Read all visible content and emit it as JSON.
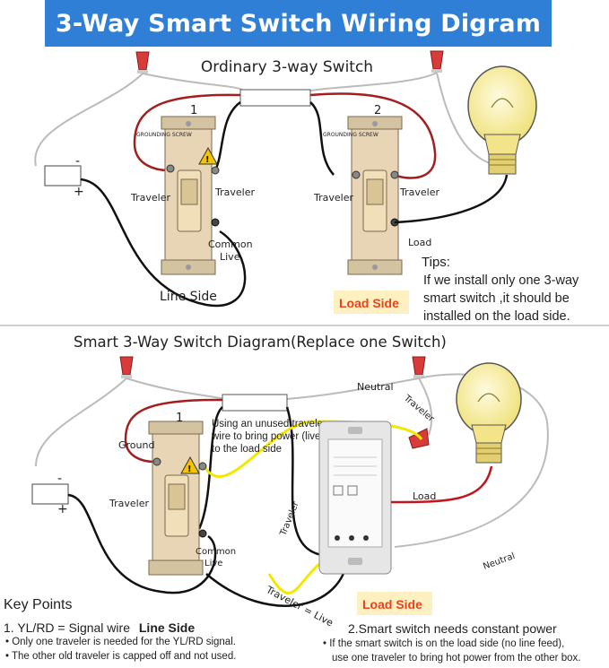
{
  "title": "3-Way Smart Switch Wiring Digram",
  "top": {
    "heading": "Ordinary 3-way Switch",
    "switch1_number": "1",
    "switch2_number": "2",
    "grounding_screw": "GROUNDING SCREW",
    "traveler": "Traveler",
    "common": "Common",
    "live": "Live",
    "line_side": "Line Side",
    "load": "Load",
    "load_side": "Load Side",
    "minus": "-",
    "plus": "+"
  },
  "tips": {
    "title": "Tips:",
    "body": "If we install only one 3-way smart switch ,it should be installed on the load side."
  },
  "bottom": {
    "heading": "Smart 3-Way  Switch  Diagram(Replace one Switch)",
    "switch_number": "1",
    "ground": "Ground",
    "traveler": "Traveler",
    "common": "Common",
    "live": "Live",
    "neutral": "Neutral",
    "load": "Load",
    "annotation": "Using an unused traveler wire to bring power (live) to the load side",
    "traveler_live": "Traveler = Live",
    "load_side": "Load Side",
    "minus": "-",
    "plus": "+"
  },
  "key_points": {
    "title": "Key Points",
    "point1": "1. YL/RD = Signal wire",
    "point1_side": "Line Side",
    "point1_bullets": [
      "• Only one traveler is needed for the YL/RD signal.",
      "• The other old traveler is capped off and not used."
    ],
    "point2": "2.Smart switch needs constant power",
    "point2_bullets": [
      "• If the smart switch is on the load side (no line feed),",
      "use one traveler to bring hot power from the other box."
    ]
  },
  "colors": {
    "title_bg": "#2f7fd6",
    "load_side_bg": "#fff0c2",
    "load_side_text": "#e8421c",
    "wire_red": "#a31f1f",
    "wire_yellow": "#f2e800",
    "bulb": "#f7ee9a"
  }
}
